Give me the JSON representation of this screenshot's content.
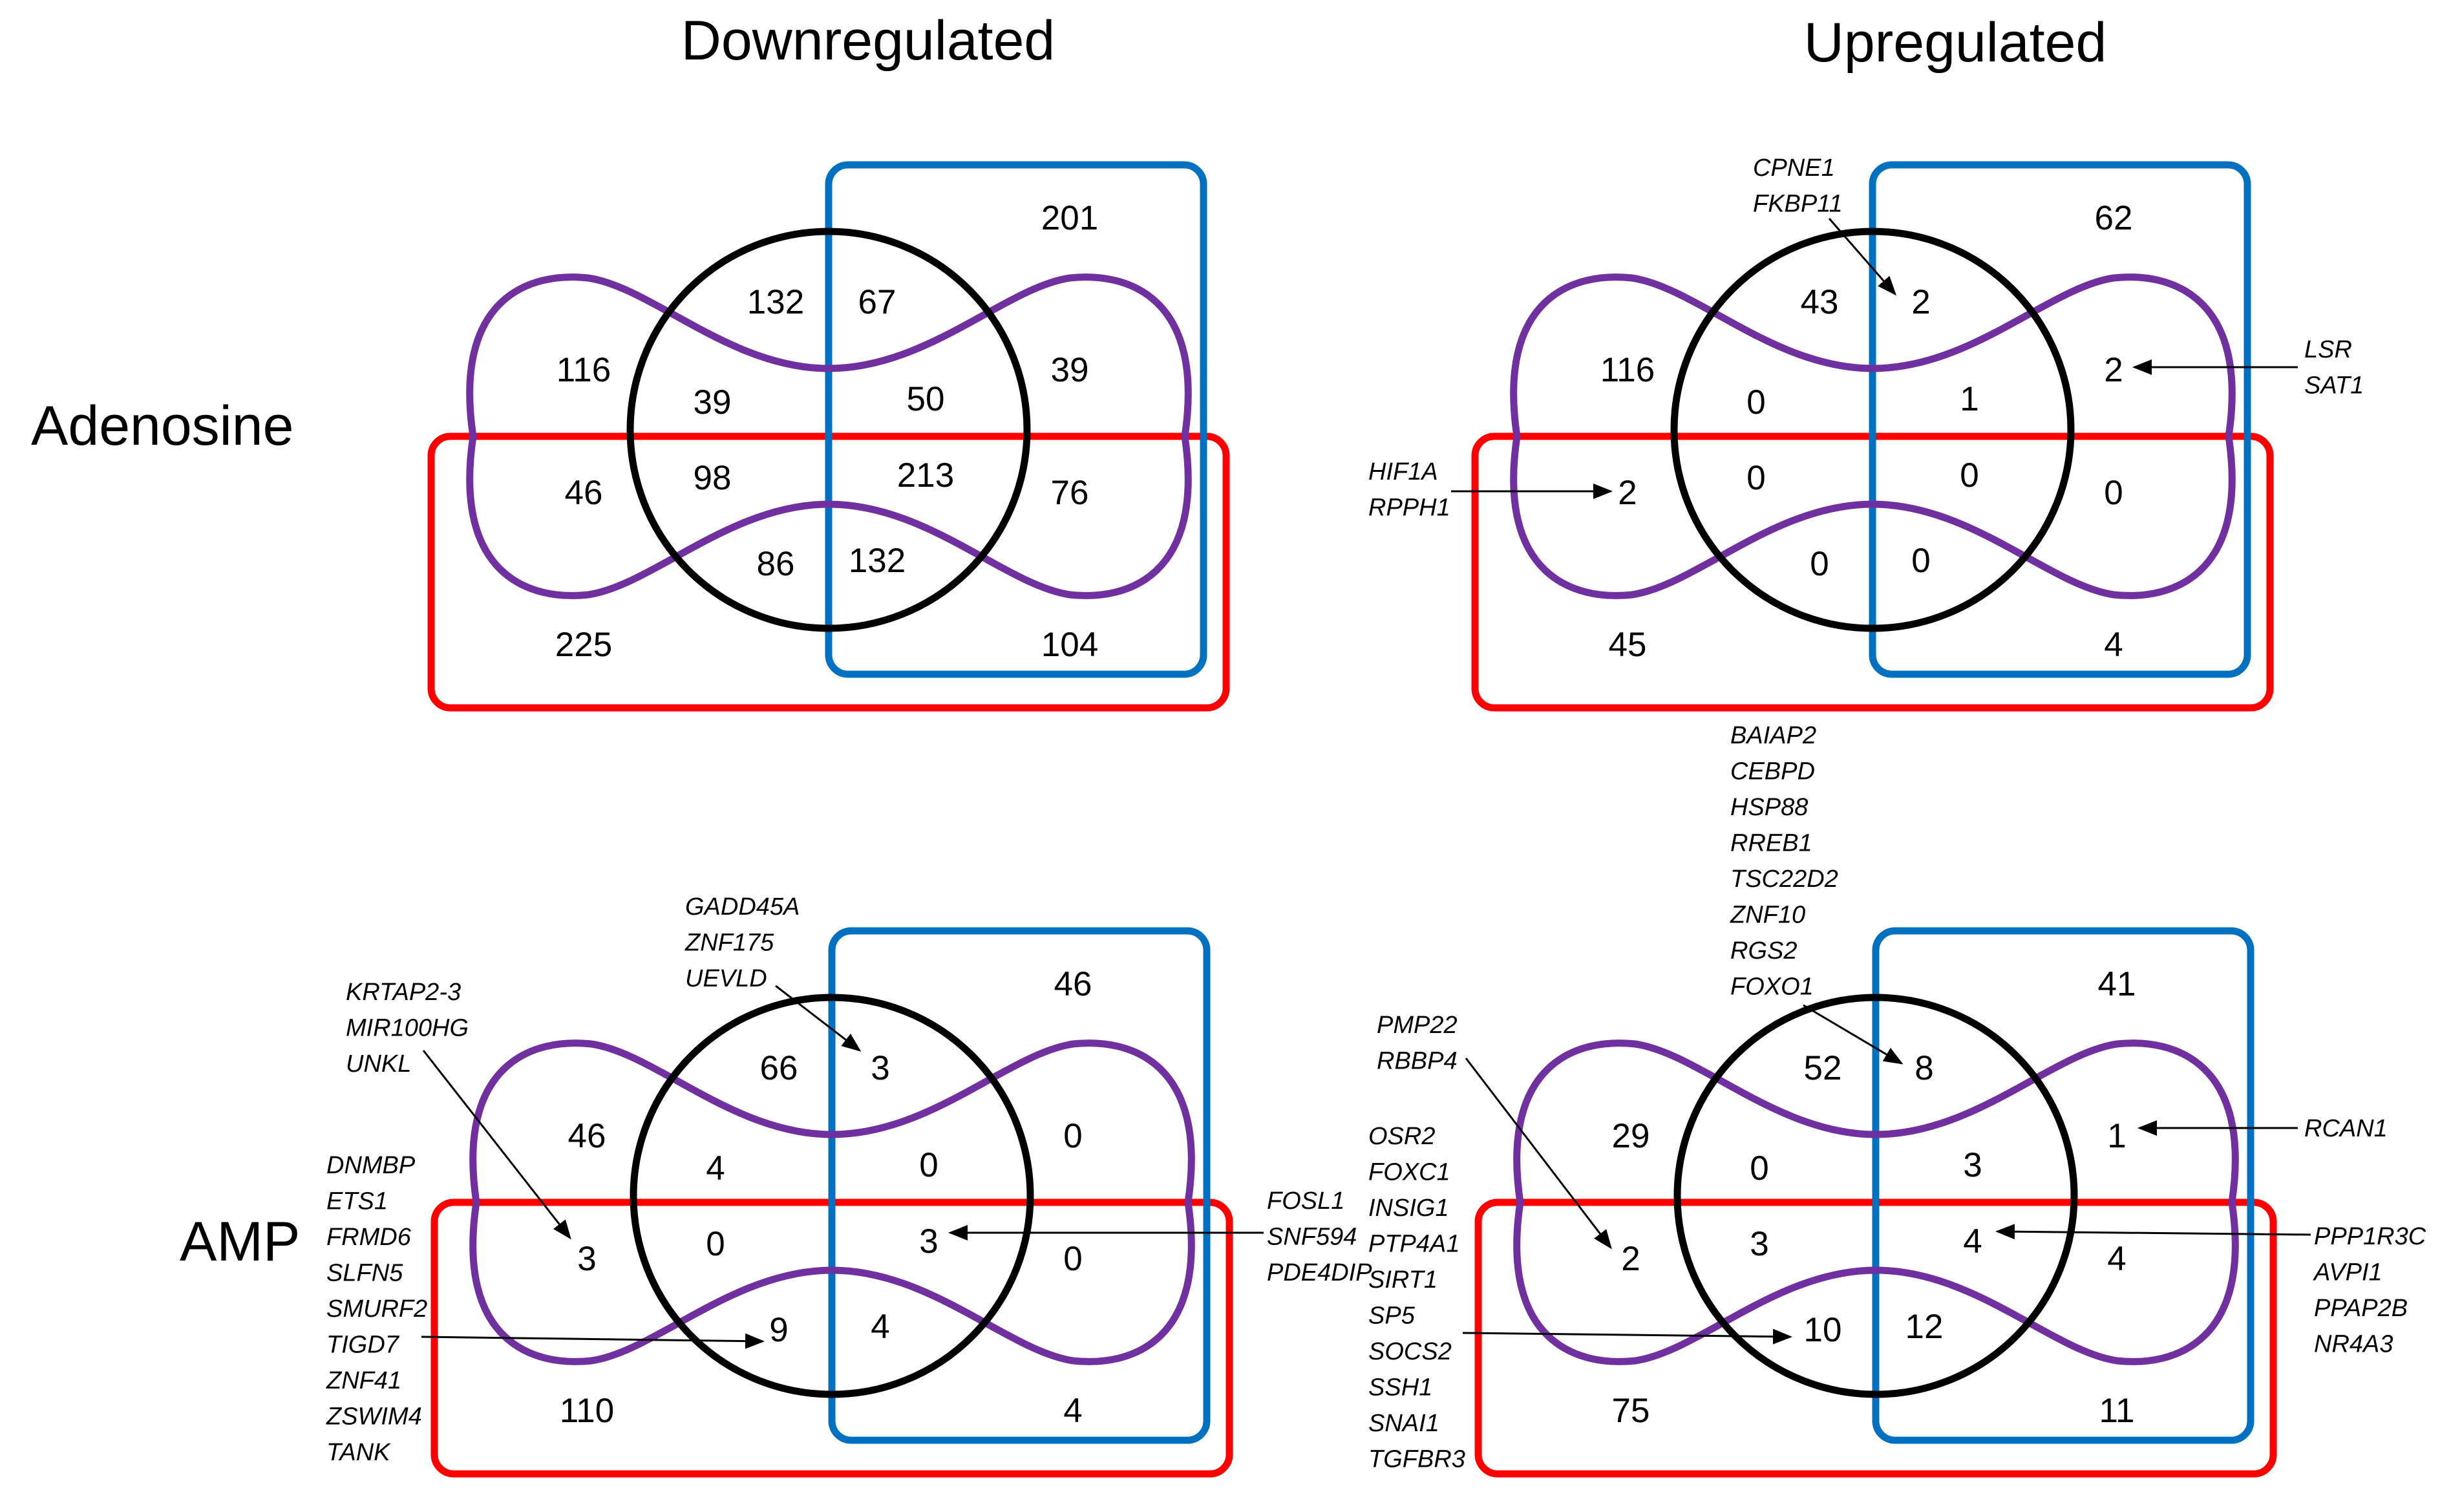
{
  "columns": {
    "down": "Downregulated",
    "up": "Upregulated"
  },
  "rows": {
    "adenosine": "Adenosine",
    "amp": "AMP"
  },
  "colors": {
    "circle": "#000000",
    "purple": "#7030A0",
    "red": "#FF0000",
    "blue": "#0070C0"
  },
  "panels": {
    "adenosine_down": {
      "blue_only": "201",
      "top_cb": "132",
      "top_cbl": "67",
      "lp_only": "116",
      "cp": "39",
      "cpb": "50",
      "rp": "39",
      "lpr": "46",
      "cpr": "98",
      "all": "213",
      "rpr": "76",
      "bot_cr": "86",
      "bot_crb": "132",
      "red_only": "225",
      "rb": "104"
    },
    "adenosine_up": {
      "blue_only": "62",
      "top_cb": "43",
      "top_cbl": "2",
      "lp_only": "116",
      "cp": "0",
      "cpb": "1",
      "rp": "2",
      "lpr": "2",
      "cpr": "0",
      "all": "0",
      "rpr": "0",
      "bot_cr": "0",
      "bot_crb": "0",
      "red_only": "45",
      "rb": "4"
    },
    "amp_down": {
      "blue_only": "46",
      "top_cb": "66",
      "top_cbl": "3",
      "lp_only": "46",
      "cp": "4",
      "cpb": "0",
      "rp": "0",
      "lpr": "3",
      "cpr": "0",
      "all": "3",
      "rpr": "0",
      "bot_cr": "9",
      "bot_crb": "4",
      "red_only": "110",
      "rb": "4"
    },
    "amp_up": {
      "blue_only": "41",
      "top_cb": "52",
      "top_cbl": "8",
      "lp_only": "29",
      "cp": "0",
      "cpb": "3",
      "rp": "1",
      "lpr": "2",
      "cpr": "3",
      "all": "4",
      "rpr": "4",
      "bot_cr": "10",
      "bot_crb": "12",
      "red_only": "75",
      "rb": "11"
    }
  },
  "gene_lists": {
    "ad_up_top": [
      "CPNE1",
      "FKBP11"
    ],
    "ad_up_right": [
      "LSR",
      "SAT1"
    ],
    "ad_up_left": [
      "HIF1A",
      "RPPH1"
    ],
    "amp_dn_top": [
      "GADD45A",
      "ZNF175",
      "UEVLD"
    ],
    "amp_dn_tl": [
      "KRTAP2-3",
      "MIR100HG",
      "UNKL"
    ],
    "amp_dn_left": [
      "DNMBP",
      "ETS1",
      "FRMD6",
      "SLFN5",
      "SMURF2",
      "TIGD7",
      "ZNF41",
      "ZSWIM4",
      "TANK"
    ],
    "amp_dn_right": [
      "FOSL1",
      "SNF594",
      "PDE4DIP"
    ],
    "amp_up_top": [
      "BAIAP2",
      "CEBPD",
      "HSP88",
      "RREB1",
      "TSC22D2",
      "ZNF10",
      "RGS2",
      "FOXO1"
    ],
    "amp_up_tl": [
      "PMP22",
      "RBBP4"
    ],
    "amp_up_left": [
      "OSR2",
      "FOXC1",
      "INSIG1",
      "PTP4A1",
      "SIRT1",
      "SP5",
      "SOCS2",
      "SSH1",
      "SNAI1",
      "TGFBR3"
    ],
    "amp_up_rt": [
      "RCAN1"
    ],
    "amp_up_rb": [
      "PPP1R3C",
      "AVPI1",
      "PPAP2B",
      "NR4A3"
    ]
  }
}
